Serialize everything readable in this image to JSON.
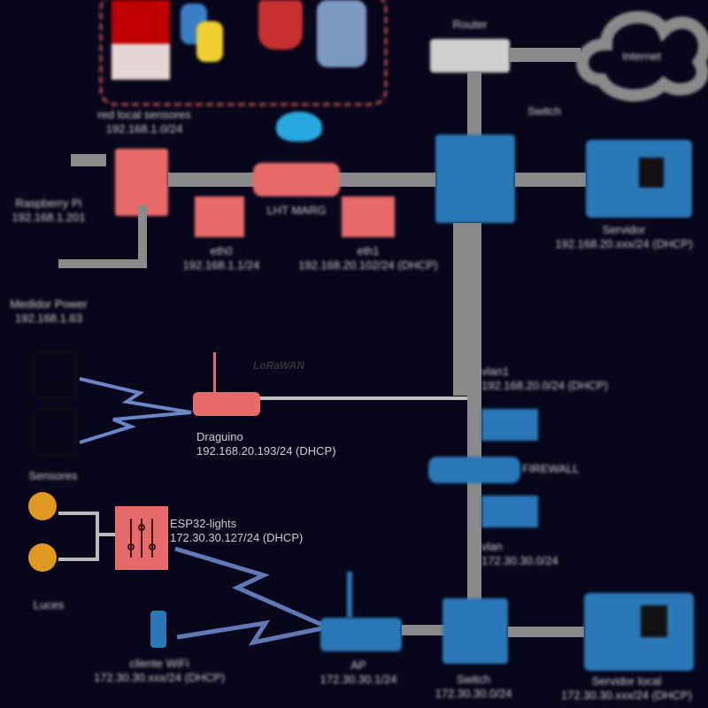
{
  "software_group": {
    "icons": [
      "chart-app-icon",
      "python-icon",
      "ruby-gem-icon",
      "storage-icon"
    ],
    "colors": {
      "frame": "#8c3e3e",
      "chart": "#c00000",
      "python_blue": "#3a7ec8",
      "python_yellow": "#f0d030"
    }
  },
  "internet": {
    "label": "Internet"
  },
  "gateway": {
    "label": "Router"
  },
  "nodes": {
    "sensor_host": {
      "label": "red local sensores",
      "ip": "192.168.1.0/24"
    },
    "raspberry": {
      "label": "Raspberry Pi",
      "ip": "192.168.1.201"
    },
    "modbus": {
      "label": "Medidor Power",
      "ip": "192.168.1.63"
    },
    "lht": {
      "label": "LHT MARG"
    },
    "eth0": {
      "label": "eth0",
      "ip": "192.168.1.1/24"
    },
    "eth1": {
      "label": "eth1",
      "ip": "192.168.20.102/24 (DHCP)"
    },
    "core_switch": {
      "label": "Switch"
    },
    "workstation_top": {
      "label": "Servidor",
      "ip": "192.168.20.xxx/24 (DHCP)"
    },
    "draguino": {
      "label": "Draguino",
      "ip": "192.168.20.193/24 (DHCP)",
      "badge": "LoRaWAN"
    },
    "sensors": {
      "label": "Sensores"
    },
    "vlan_top": {
      "label": "vlan1",
      "ip": "192.168.20.0/24 (DHCP)"
    },
    "firewall": {
      "label": "FIREWALL"
    },
    "vlan_bottom": {
      "label": "vlan",
      "ip": "172.30.30.0/24"
    },
    "esp32": {
      "label": "ESP32-lights",
      "ip": "172.30.30.127/24 (DHCP)"
    },
    "lights": {
      "label": "Luces"
    },
    "wifi_client": {
      "label": "cliente WiFi",
      "ip": "172.30.30.xxx/24 (DHCP)"
    },
    "ap": {
      "label": "AP",
      "ip": "172.30.30.1/24"
    },
    "switch_bottom": {
      "label": "Switch",
      "ip": "172.30.30.0/24"
    },
    "workstation_bottom": {
      "label": "Servidor local",
      "ip": "172.30.30.xxx/24 (DHCP)"
    }
  },
  "colors": {
    "background": "#07061a",
    "red_device": "#e86a6a",
    "blue_device": "#2a78b8",
    "link": "#8a8a8a",
    "wireless": "#6a86c8"
  }
}
